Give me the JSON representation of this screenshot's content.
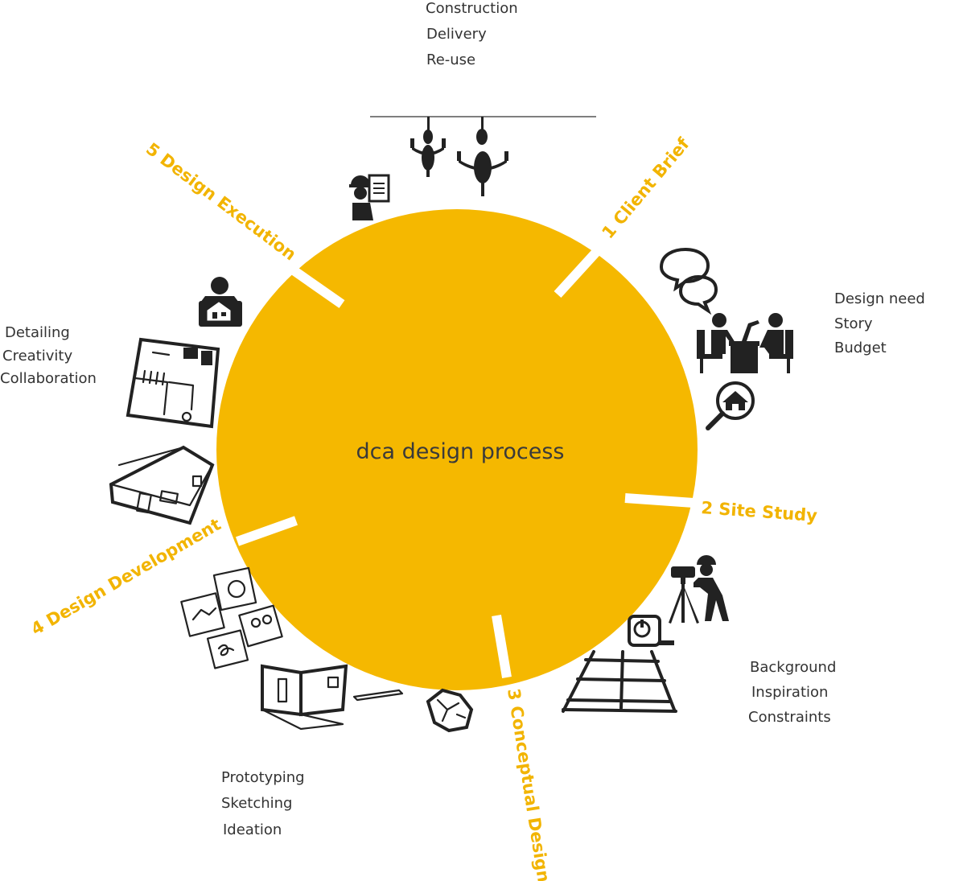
{
  "center": {
    "title": "dca design process",
    "color": "#f5b800"
  },
  "accent_color": "#f2b400",
  "stages": [
    {
      "id": "client-brief",
      "label": "1 Client Brief",
      "details": [
        "Design need",
        "Story",
        "Budget"
      ],
      "icons": [
        "chat-bubbles-icon",
        "meeting-desk-icon",
        "house-search-icon"
      ]
    },
    {
      "id": "site-study",
      "label": "2  Site Study",
      "details": [
        "Background",
        "Inspiration",
        "Constraints"
      ],
      "icons": [
        "surveyor-icon",
        "tape-measure-icon",
        "site-grid-icon"
      ]
    },
    {
      "id": "conceptual-design",
      "label": "3 Conceptual Design",
      "details": [
        "Prototyping",
        "Sketching",
        "Ideation"
      ],
      "icons": [
        "crumpled-paper-icon",
        "room-sketch-icon"
      ]
    },
    {
      "id": "design-development",
      "label": "4  Design Development",
      "details": [
        "Detailing",
        "Creativity",
        "Collaboration"
      ],
      "icons": [
        "idea-sheets-icon",
        "house-sketch-icon",
        "floor-plan-icon"
      ]
    },
    {
      "id": "design-execution",
      "label": "5 Design Execution",
      "details": [
        "Construction",
        "Delivery",
        "Re-use"
      ],
      "icons": [
        "person-house-plan-icon",
        "worker-clipboard-icon",
        "chandelier-icon"
      ]
    }
  ]
}
